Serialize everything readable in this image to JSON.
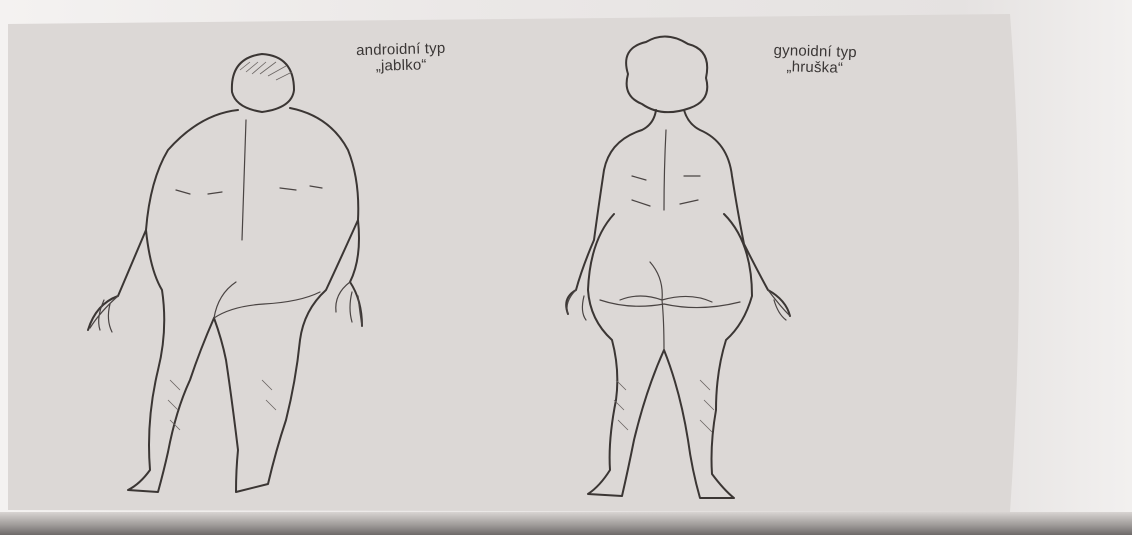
{
  "figure": {
    "android": {
      "line1": "androidní typ",
      "line2": "„jablko“"
    },
    "gynoid": {
      "line1": "gynoidní typ",
      "line2": "„hruška“"
    }
  }
}
